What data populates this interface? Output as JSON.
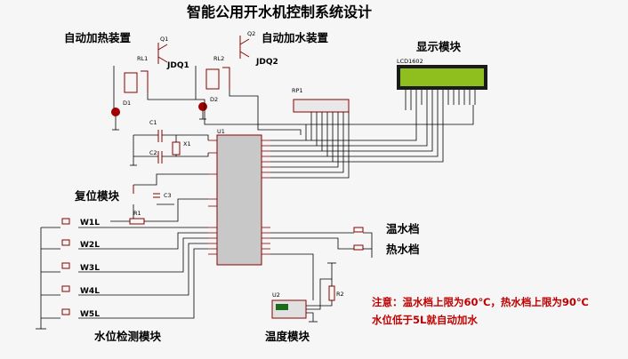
{
  "title": "智能公用开水机控制系统设计",
  "modules": {
    "heating": "自动加热装置",
    "water_add": "自动加水装置",
    "display": "显示模块",
    "reset": "复位模块",
    "level_detect": "水位检测模块",
    "temperature": "温度模块",
    "warm_gear": "温水档",
    "hot_gear": "热水档"
  },
  "components": {
    "q1": "Q1",
    "q2": "Q2",
    "rl1": "RL1",
    "rl2": "RL2",
    "jdq1": "JDQ1",
    "jdq2": "JDQ2",
    "d1": "D1",
    "d2": "D2",
    "lcd": "LCD1602",
    "rp1": "RP1",
    "u1": "U1",
    "u2": "U2",
    "c1": "C1",
    "c2": "C2",
    "c3": "C3",
    "x1": "X1",
    "r1": "R1",
    "r2": "R2",
    "w1": "W1L",
    "w2": "W2L",
    "w3": "W3L",
    "w4": "W4L",
    "w5": "W5L"
  },
  "notes": {
    "line1": "注意：温水档上限为60℃，热水档上限为90℃",
    "line2": "水位低于5L就自动加水"
  },
  "colors": {
    "module_label": "#000000",
    "note": "#c00000",
    "component": "#8b0000",
    "lcd_screen": "#8fbf1f",
    "chip": "#c8c8c8"
  }
}
